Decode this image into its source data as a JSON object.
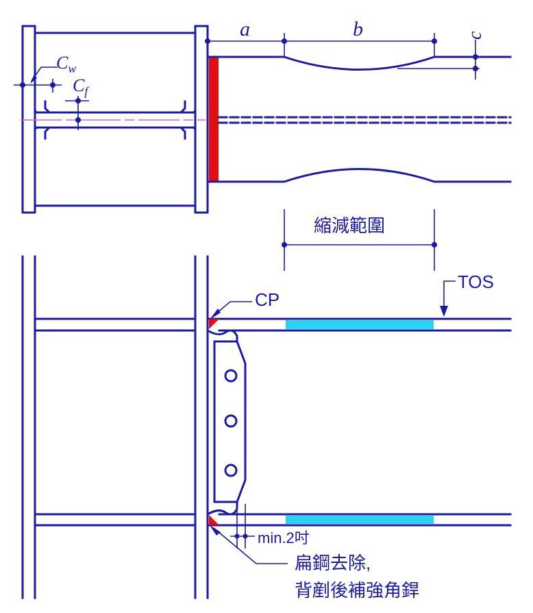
{
  "labels": {
    "a": "a",
    "b": "b",
    "c": "c",
    "cw": "Cw",
    "cf": "Cf",
    "reduction_range": "縮減範圍",
    "tos": "TOS",
    "cp": "CP",
    "min_spacing": "min.2吋",
    "note_line1": "扁鋼去除,",
    "note_line2": "背剷後補強角銲"
  },
  "colors": {
    "line": "#1a1aa6",
    "weld_red": "#e01010",
    "flange_cyan": "#29d3f2",
    "centerline_magenta": "#d060d0"
  }
}
